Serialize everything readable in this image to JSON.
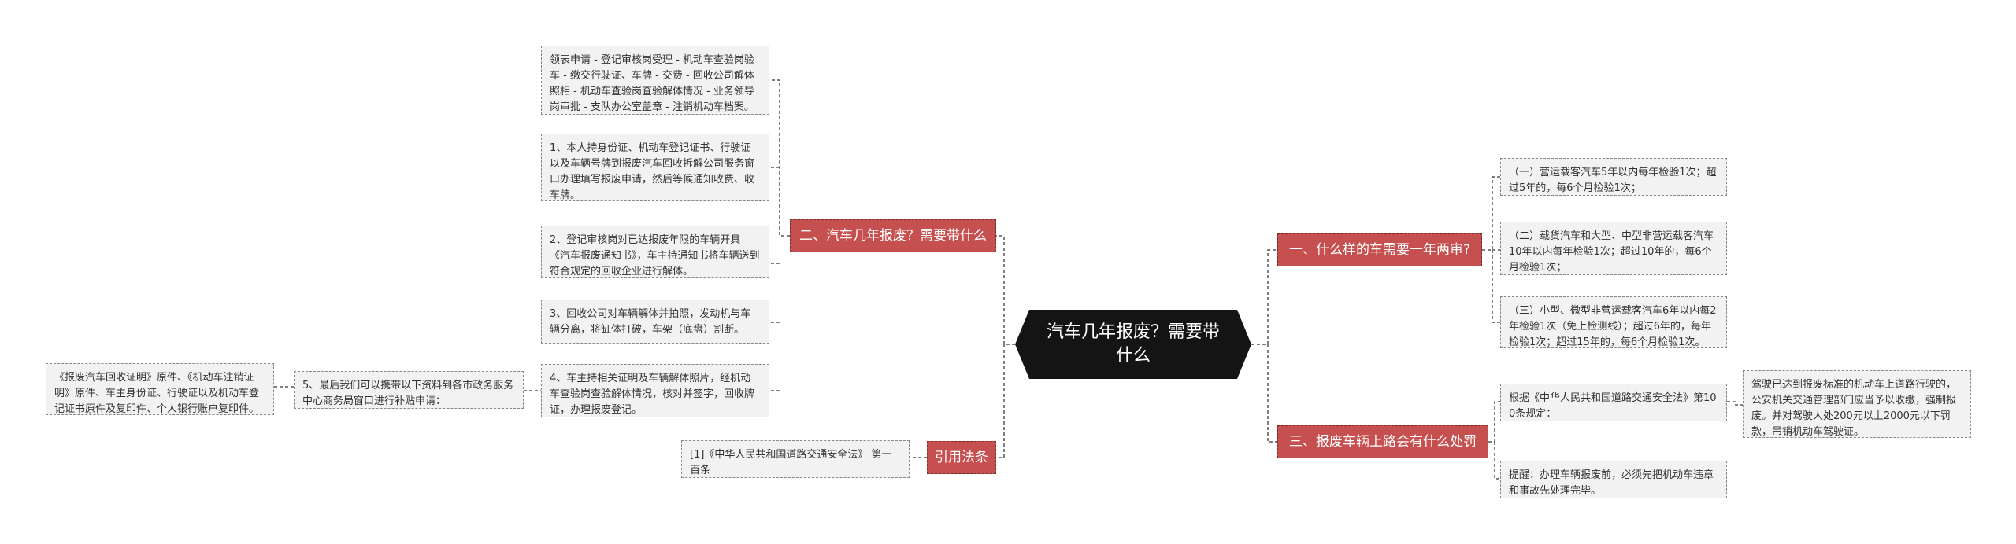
{
  "root": {
    "title": "汽车几年报废？需要带什么"
  },
  "left": {
    "branch_1": {
      "label": "二、汽车几年报废？需要带什么",
      "items": [
        "领表申请 - 登记审核岗受理 - 机动车查验岗验车 - 缴交行驶证、车牌 - 交费 - 回收公司解体照相 - 机动车查验岗查验解体情况 - 业务领导岗审批 - 支队办公室盖章 - 注销机动车档案。",
        "1、本人持身份证、机动车登记证书、行驶证以及车辆号牌到报废汽车回收拆解公司服务窗口办理填写报废申请，然后等候通知收费、收车牌。",
        "2、登记审核岗对已达报废年限的车辆开具《汽车报废通知书》，车主持通知书将车辆送到符合规定的回收企业进行解体。",
        "3、回收公司对车辆解体并拍照，发动机与车辆分离，将缸体打破，车架（底盘）割断。",
        "4、车主持相关证明及车辆解体照片，经机动车查验岗查验解体情况，核对并签字，回收牌证，办理报废登记。"
      ],
      "sub_item": "5、最后我们可以携带以下资料到各市政务服务中心商务局窗口进行补贴申请：",
      "sub_sub_item": "《报废汽车回收证明》原件、《机动车注销证明》原件、车主身份证、行驶证以及机动车登记证书原件及复印件、个人银行账户复印件。"
    },
    "branch_2": {
      "label": "引用法条",
      "items": [
        "[1]《中华人民共和国道路交通安全法》 第一百条"
      ]
    }
  },
  "right": {
    "branch_1": {
      "label": "一、什么样的车需要一年两审?",
      "items": [
        "（一）营运载客汽车5年以内每年检验1次；超过5年的，每6个月检验1次；",
        "（二）载货汽车和大型、中型非营运载客汽车10年以内每年检验1次；超过10年的，每6个月检验1次；",
        "（三）小型、微型非营运载客汽车6年以内每2年检验1次（免上检测线）；超过6年的，每年检验1次；超过15年的，每6个月检验1次。"
      ]
    },
    "branch_2": {
      "label": "三、报废车辆上路会有什么处罚",
      "items": [
        "根据《中华人民共和国道路交通安全法》第100条规定：",
        "提醒：办理车辆报废前，必须先把机动车违章和事故先处理完毕。"
      ],
      "sub_item": "驾驶已达到报废标准的机动车上道路行驶的，公安机关交通管理部门应当予以收缴，强制报废。并对驾驶人处200元以上2000元以下罚款，吊销机动车驾驶证。"
    }
  },
  "colors": {
    "root_bg": "#141414",
    "branch_bg": "#c64f4f",
    "leaf_bg": "#f2f2f2",
    "connector": "#555555"
  }
}
